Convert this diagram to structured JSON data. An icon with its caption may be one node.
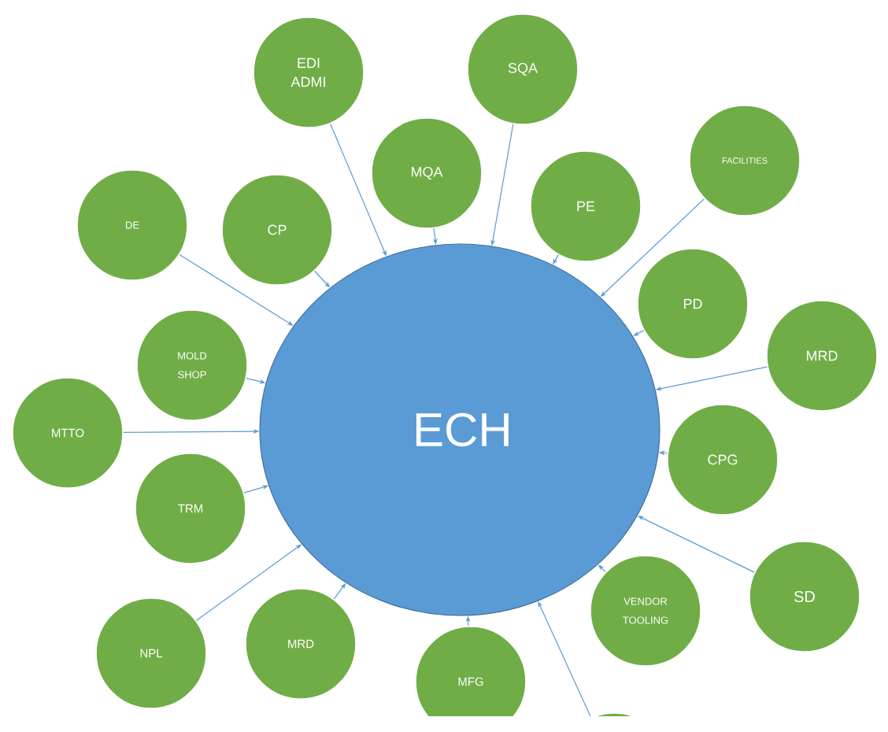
{
  "diagram": {
    "nodes": [
      {
        "text": [
          "ECH"
        ]
      },
      {
        "text": [
          "EDI ADMI"
        ]
      },
      {
        "text": [
          "SQA"
        ]
      },
      {
        "text": [
          "MQA"
        ]
      },
      {
        "text": [
          "FACILITIES"
        ]
      },
      {
        "text": [
          "PE"
        ]
      },
      {
        "text": [
          "DE"
        ]
      },
      {
        "text": [
          "CP"
        ]
      },
      {
        "text": [
          "PD"
        ]
      },
      {
        "text": [
          "MRD"
        ]
      },
      {
        "text": [
          "MOLD SHOP"
        ]
      },
      {
        "text": [
          "MTTO"
        ]
      },
      {
        "text": [
          "CPG"
        ]
      },
      {
        "text": [
          "TRM"
        ]
      },
      {
        "text": [
          "SD"
        ]
      },
      {
        "text": [
          "VENDOR TOOLING"
        ]
      },
      {
        "text": [
          "NPL"
        ]
      },
      {
        "text": [
          "MRD"
        ]
      },
      {
        "text": [
          "MFG"
        ]
      },
      {
        "text": [],
        "shape": "circle"
      }
    ],
    "edges": [
      {
        "from": 1,
        "to": 0,
        "arrow": "to"
      },
      {
        "from": 2,
        "to": 0,
        "arrow": "to"
      },
      {
        "from": 3,
        "to": 0,
        "arrow": "to"
      },
      {
        "from": 4,
        "to": 0,
        "arrow": "to"
      },
      {
        "from": 5,
        "to": 0,
        "arrow": "to"
      },
      {
        "from": 6,
        "to": 0,
        "arrow": "to"
      },
      {
        "from": 7,
        "to": 0,
        "arrow": "to"
      },
      {
        "from": 8,
        "to": 0,
        "arrow": "to"
      },
      {
        "from": 9,
        "to": 0,
        "arrow": "to"
      },
      {
        "from": 10,
        "to": 0,
        "arrow": "to"
      },
      {
        "from": 11,
        "to": 0,
        "arrow": "to"
      },
      {
        "from": 12,
        "to": 0,
        "arrow": "to"
      },
      {
        "from": 13,
        "to": 0,
        "arrow": "to"
      },
      {
        "from": 14,
        "to": 0,
        "arrow": "to"
      },
      {
        "from": 15,
        "to": 0,
        "arrow": "to"
      },
      {
        "from": 16,
        "to": 0,
        "arrow": "to"
      },
      {
        "from": 17,
        "to": 0,
        "arrow": "to"
      },
      {
        "from": 18,
        "to": 0,
        "arrow": "to"
      },
      {
        "from": 19,
        "to": 0,
        "arrow": "to"
      }
    ]
  }
}
